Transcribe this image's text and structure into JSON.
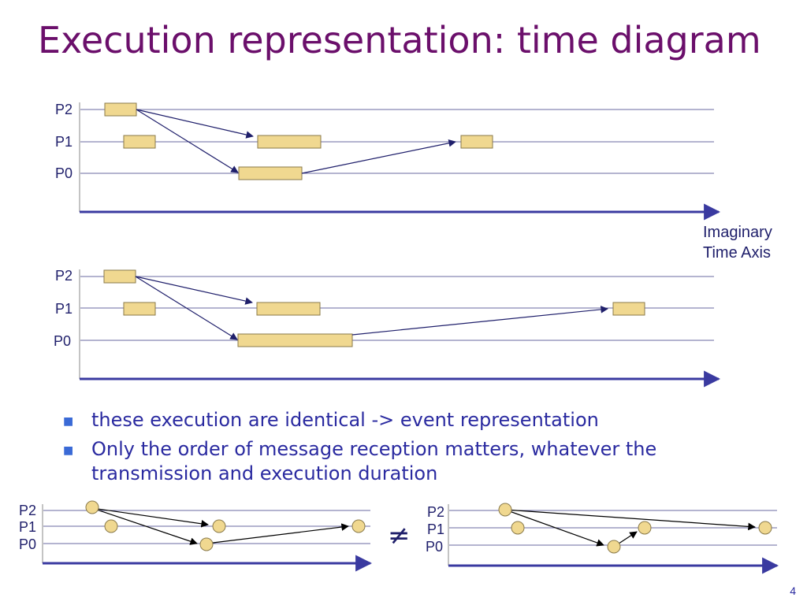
{
  "title": "Execution representation: time diagram",
  "process_labels": [
    "P2",
    "P1",
    "P0"
  ],
  "axis_label": {
    "line1": "Imaginary",
    "line2": "Time Axis"
  },
  "bullets": [
    "these execution are identical -> event representation",
    "Only the order of message reception matters, whatever the transmission and execution duration"
  ],
  "not_equal_symbol": "≠",
  "page_number": "4",
  "colors": {
    "title": "#6b0f6b",
    "box_fill": "#f0d890",
    "box_stroke": "#8a7a4a",
    "line": "#1f1f6b",
    "axis": "#3a3aa0",
    "bullet": "#2a2aa0",
    "bullet_marker": "#3a6ad6"
  }
}
